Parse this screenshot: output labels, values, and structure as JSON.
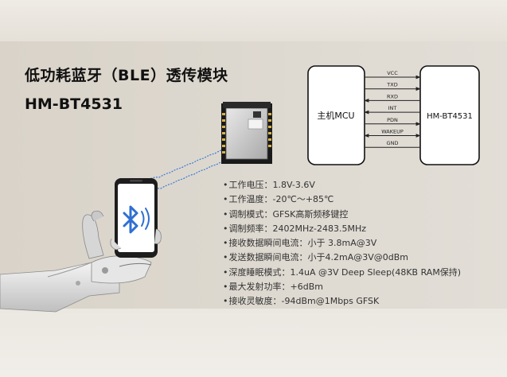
{
  "title": "低功耗蓝牙（BLE）透传模块",
  "model": "HM-BT4531",
  "diagram": {
    "host_label": "主机MCU",
    "module_label": "HM-BT4531",
    "signals": [
      {
        "name": "VCC",
        "direction": "right"
      },
      {
        "name": "TXD",
        "direction": "right"
      },
      {
        "name": "RXD",
        "direction": "left"
      },
      {
        "name": "INT",
        "direction": "left"
      },
      {
        "name": "PDN",
        "direction": "right"
      },
      {
        "name": "WAKEUP",
        "direction": "both"
      },
      {
        "name": "GND",
        "direction": "none"
      }
    ]
  },
  "specs": [
    "工作电压：1.8V-3.6V",
    "工作温度：-20℃～+85℃",
    "调制模式：GFSK高斯频移键控",
    "调制频率：2402MHz-2483.5MHz",
    "接收数据瞬间电流：小于 3.8mA@3V",
    "发送数据瞬间电流：小于4.2mA@3V@0dBm",
    "深度睡眠模式：1.4uA @3V Deep Sleep(48KB RAM保持)",
    "最大发射功率：+6dBm",
    "接收灵敏度：-94dBm@1Mbps GFSK"
  ],
  "icons": {
    "phone_screen": "bluetooth-icon",
    "chip": "ble-module-chip"
  },
  "colors": {
    "bluetooth_blue": "#2f6fd1",
    "signal_wave": "#3b7bd8",
    "text": "#111111"
  }
}
